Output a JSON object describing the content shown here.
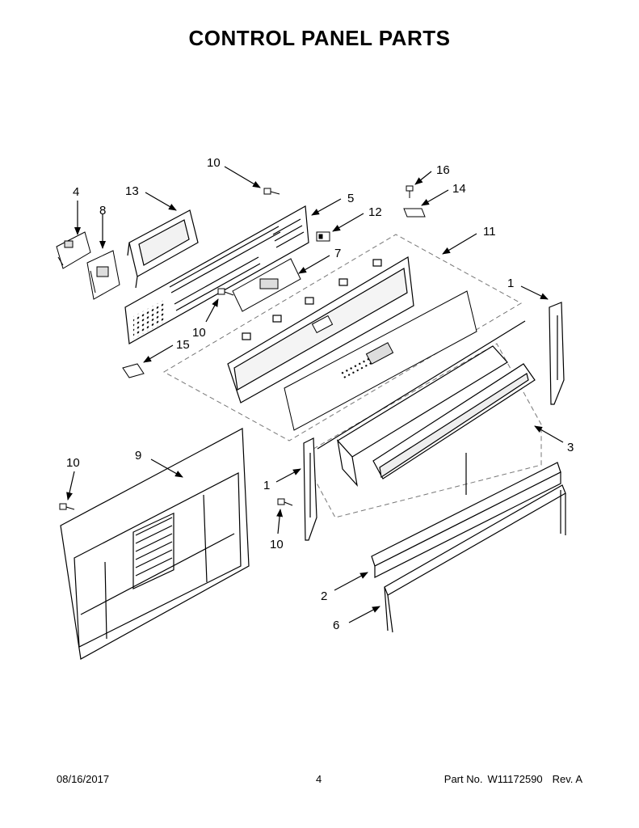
{
  "title": "CONTROL PANEL PARTS",
  "callouts": [
    "10",
    "16",
    "14",
    "4",
    "13",
    "8",
    "5",
    "12",
    "11",
    "7",
    "1",
    "10",
    "15",
    "9",
    "10",
    "3",
    "1",
    "10",
    "2",
    "6"
  ],
  "footer": {
    "date": "08/16/2017",
    "page": "4",
    "part_label": "Part No.",
    "part_number": "W11172590",
    "revision": "Rev. A"
  },
  "colors": {
    "line": "#000000",
    "dashed": "#777777",
    "background": "#ffffff"
  }
}
